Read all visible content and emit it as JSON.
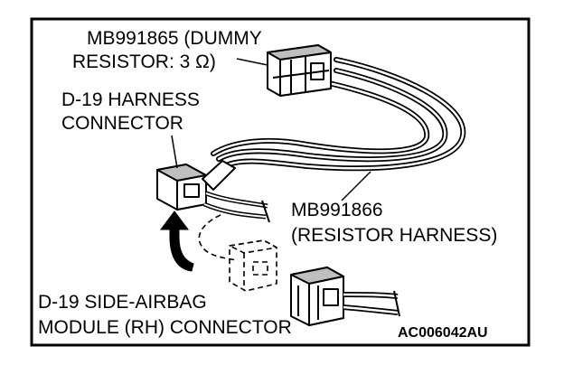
{
  "figure": {
    "code": "AC006042AU",
    "colors": {
      "ink": "#000000",
      "paper": "#ffffff",
      "shade": "#bfbfbf"
    }
  },
  "labels": {
    "dummy_resistor": [
      "MB991865 (DUMMY",
      "RESISTOR: 3 Ω)"
    ],
    "harness_connector": [
      "D-19 HARNESS",
      "CONNECTOR"
    ],
    "resistor_harness": [
      "MB991866",
      "(RESISTOR HARNESS)"
    ],
    "airbag_connector": [
      "D-19 SIDE-AIRBAG",
      "MODULE (RH) CONNECTOR"
    ]
  },
  "icons": {
    "dummy_resistor": "dummy-resistor-connector-icon",
    "harness_connector": "d19-harness-connector-icon",
    "airbag_connector": "side-airbag-module-connector-icon",
    "motion_arrow": "curved-up-arrow-icon"
  }
}
